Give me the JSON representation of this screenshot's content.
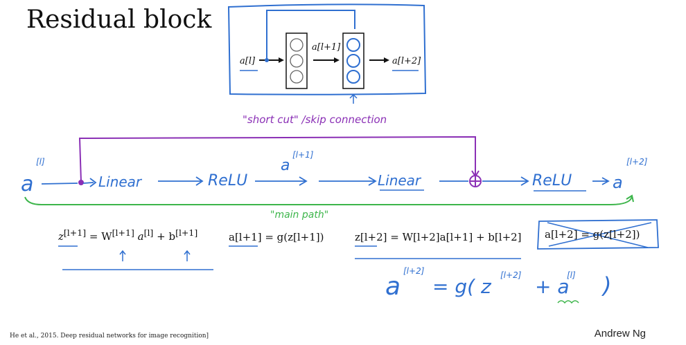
{
  "title": "Residual block",
  "top_diagram": {
    "input": "a[l]",
    "hidden": "a[l+1]",
    "output": "a[l+2]"
  },
  "annotations": {
    "shortcut": "\"short cut\" /skip connection",
    "main_path": "\"main path\""
  },
  "flow": {
    "a_l": "a",
    "a_l_sup": "[l]",
    "linear1": "Linear",
    "relu1": "ReLU",
    "a_l1": "a",
    "a_l1_sup": "[l+1]",
    "linear2": "Linear",
    "relu2": "ReLU",
    "a_l2": "a",
    "a_l2_sup": "[l+2]"
  },
  "equations": {
    "eq1_lhs": "z",
    "eq1_lhs_sup": "[l+1]",
    "eq1_rhs": "= W",
    "eq1_rhs_sup": "[l+1]",
    "eq1_a": "a",
    "eq1_a_sup": "[l]",
    "eq1_b": "+ b",
    "eq1_b_sup": "[l+1]",
    "eq2": "a[l+1] = g(z[l+1])",
    "eq3": "z[l+2] = W[l+2]a[l+1] + b[l+2]",
    "eq4": "a[l+2] = g(z[l+2])",
    "eq5_a": "a",
    "eq5_sup": "[l+2]",
    "eq5_mid": "= g( z",
    "eq5_mid_sup": "[l+2]",
    "eq5_plus": "+ a",
    "eq5_plus_sup": "[l]",
    "eq5_end": ")"
  },
  "citation": "He et al., 2015. Deep residual networks for image recognition]",
  "author": "Andrew Ng",
  "colors": {
    "blue": "#2f6fd0",
    "purple": "#8a2fb5",
    "green": "#3cb54a",
    "ink": "#111111"
  }
}
